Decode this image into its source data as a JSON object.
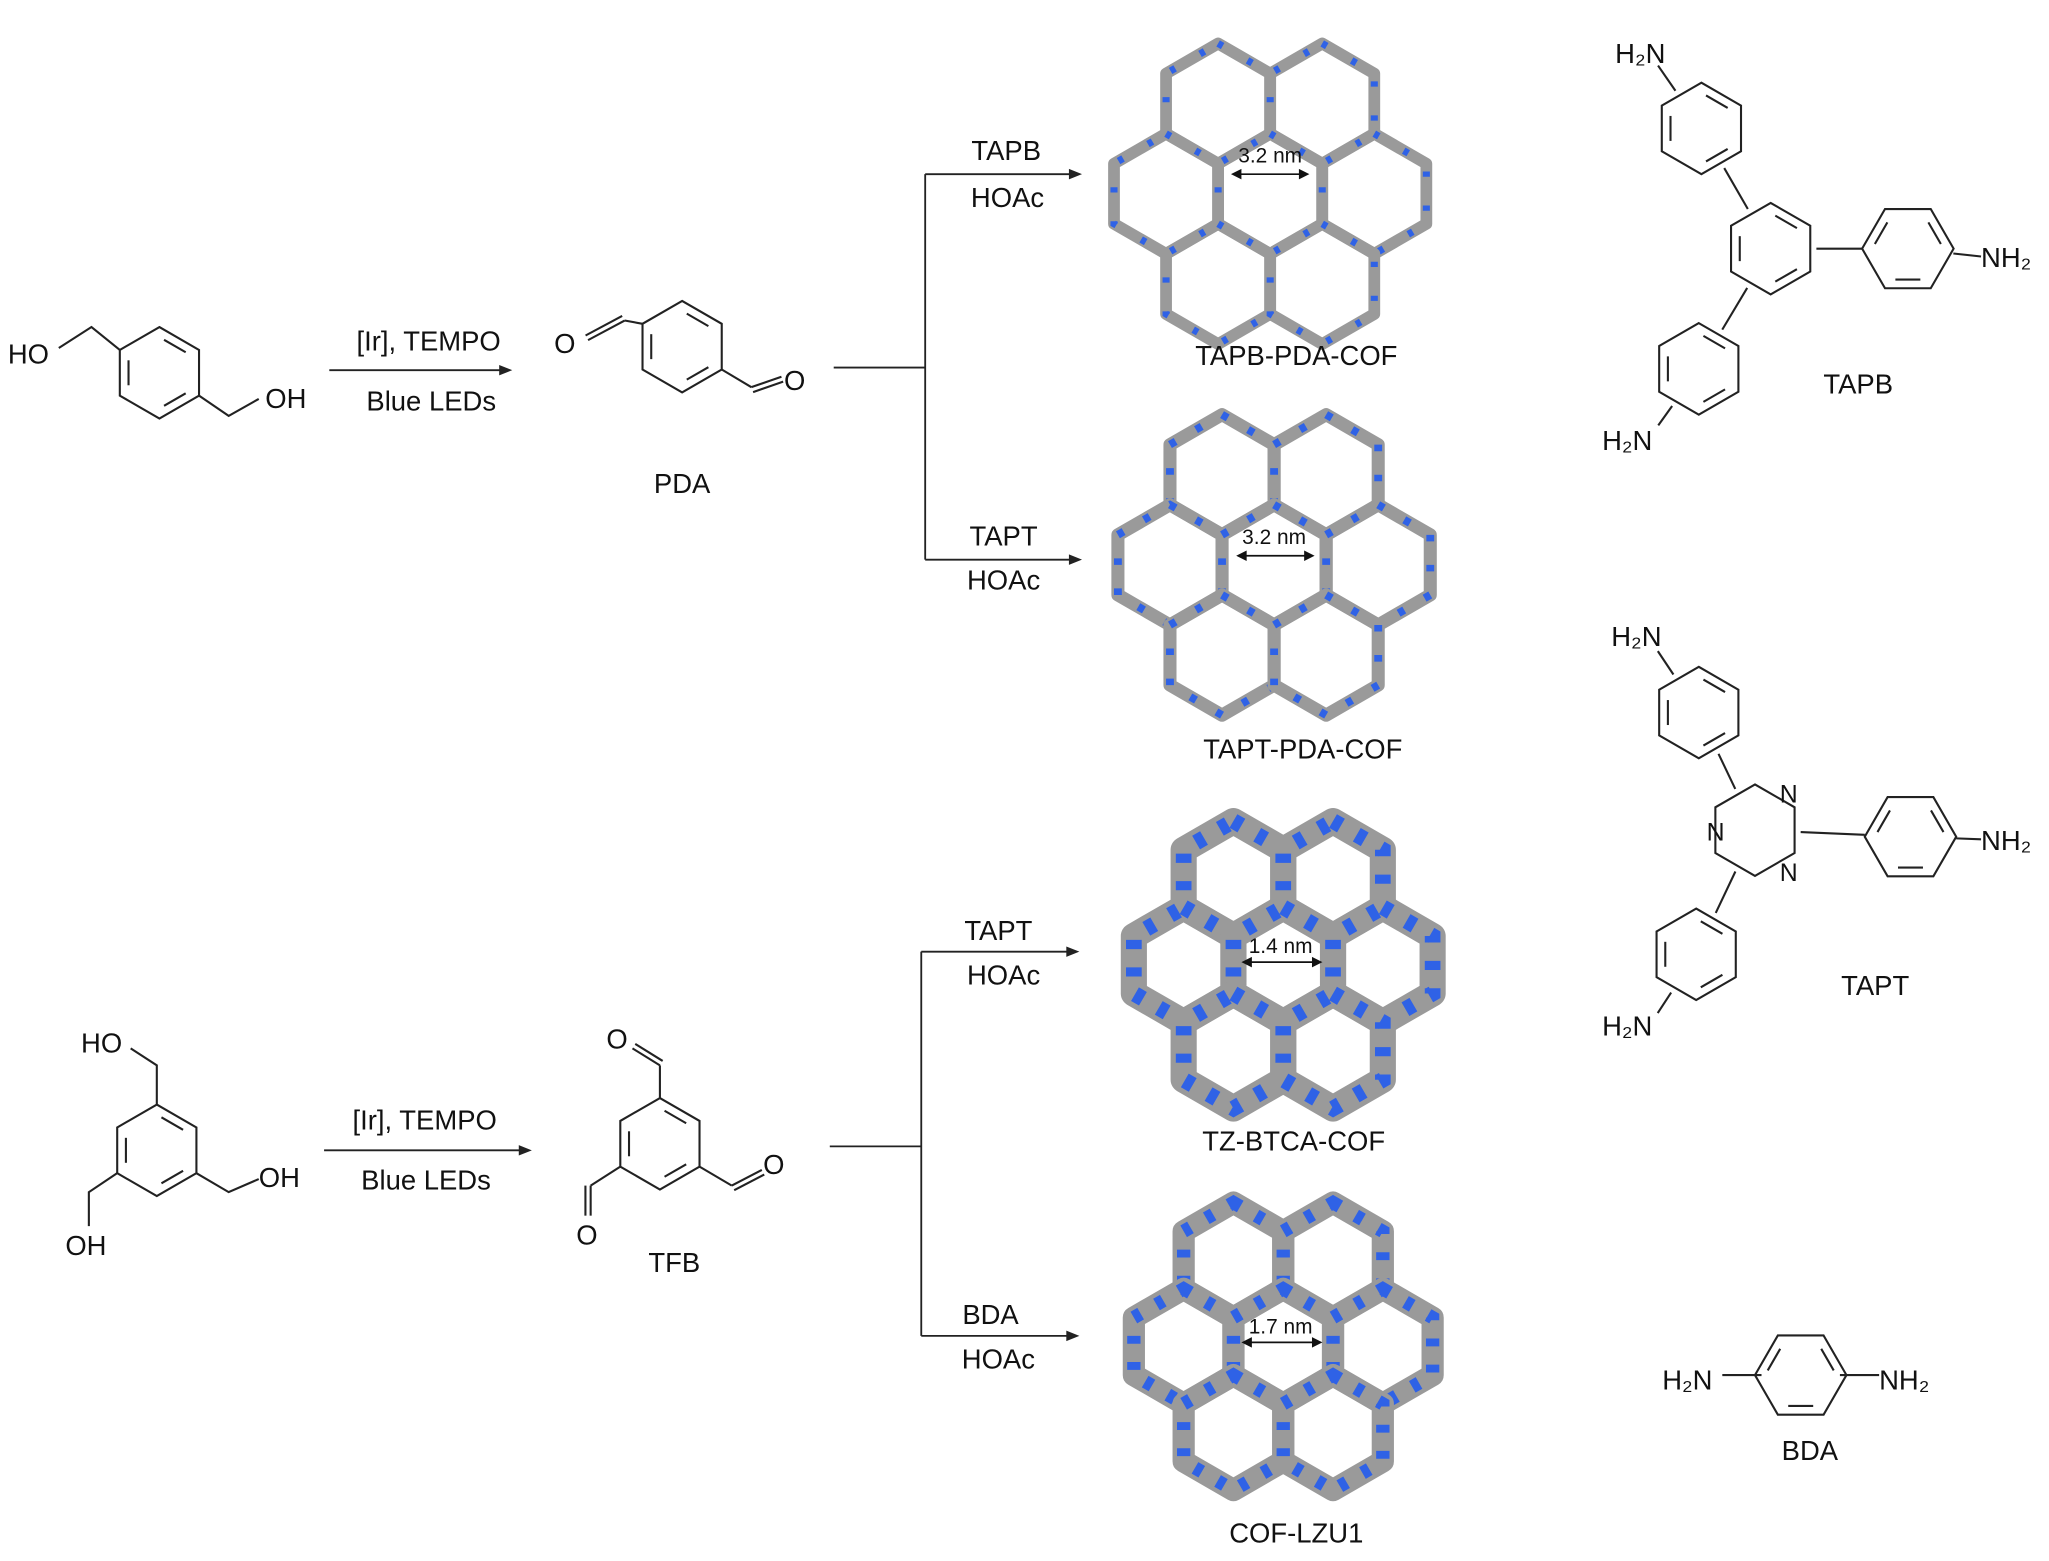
{
  "colors": {
    "carbon": "#9a9a9a",
    "nitrogen": "#2f62e6",
    "ink": "#222222"
  },
  "reaction1": {
    "reactant_left_oh": "HO",
    "reactant_right_oh": "OH",
    "cond_top": "[Ir], TEMPO",
    "cond_bottom": "Blue LEDs",
    "product_o1": "O",
    "product_o2": "O",
    "product_name": "PDA"
  },
  "reaction2": {
    "reactant_oh_top": "HO",
    "reactant_oh_right": "OH",
    "reactant_oh_bottom": "OH",
    "cond_top": "[Ir], TEMPO",
    "cond_bottom": "Blue LEDs",
    "product_o_top": "O",
    "product_o_right": "O",
    "product_o_bottom": "O",
    "product_name": "TFB"
  },
  "branches": [
    {
      "reagent": "TAPB",
      "solvent": "HOAc",
      "cof": "TAPB-PDA-COF",
      "pore": "3.2 nm"
    },
    {
      "reagent": "TAPT",
      "solvent": "HOAc",
      "cof": "TAPT-PDA-COF",
      "pore": "3.2 nm"
    },
    {
      "reagent": "TAPT",
      "solvent": "HOAc",
      "cof": "TZ-BTCA-COF",
      "pore": "1.4 nm"
    },
    {
      "reagent": "BDA",
      "solvent": "HOAc",
      "cof": "COF-LZU1",
      "pore": "1.7 nm"
    }
  ],
  "linkers": {
    "tapb": {
      "name": "TAPB",
      "nh2_top": "H₂N",
      "nh2_right": "NH₂",
      "nh2_bottom": "H₂N"
    },
    "tapt": {
      "name": "TAPT",
      "nh2_top": "H₂N",
      "nh2_right": "NH₂",
      "nh2_bottom": "H₂N",
      "n1": "N",
      "n2": "N",
      "n3": "N"
    },
    "bda": {
      "name": "BDA",
      "nh2_left": "H₂N",
      "nh2_right": "NH₂"
    }
  }
}
